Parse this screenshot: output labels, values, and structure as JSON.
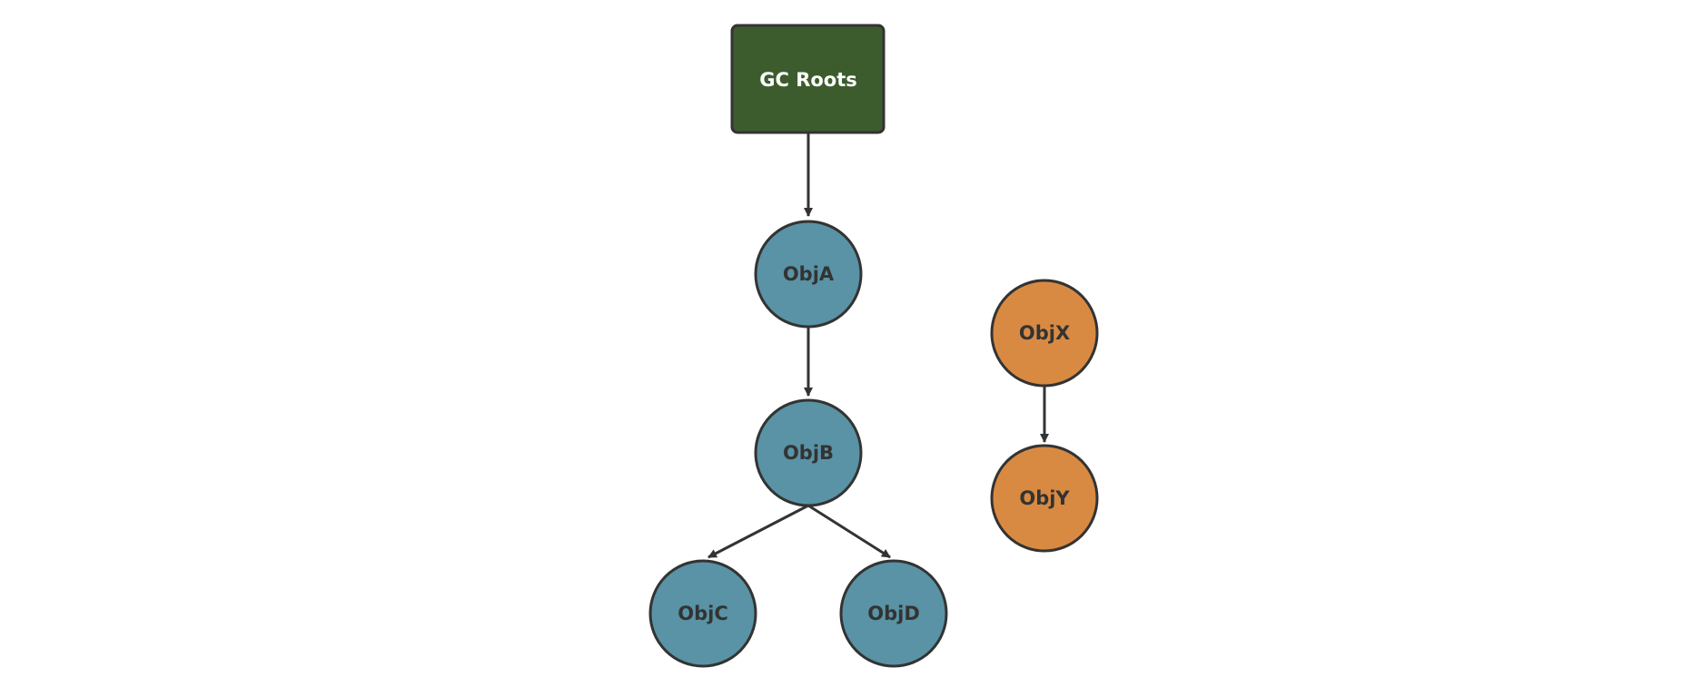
{
  "diagram": {
    "colors": {
      "root_fill": "#3d5c2e",
      "reachable_fill": "#5993a5",
      "unreachable_fill": "#d98a42",
      "stroke": "#333333",
      "root_text": "#ffffff",
      "node_text": "#333333",
      "edge": "#333333"
    },
    "nodes": {
      "gc_roots": {
        "label": "GC Roots"
      },
      "obj_a": {
        "label": "ObjA"
      },
      "obj_b": {
        "label": "ObjB"
      },
      "obj_c": {
        "label": "ObjC"
      },
      "obj_d": {
        "label": "ObjD"
      },
      "obj_x": {
        "label": "ObjX"
      },
      "obj_y": {
        "label": "ObjY"
      }
    },
    "edges": [
      {
        "from": "gc_roots",
        "to": "obj_a"
      },
      {
        "from": "obj_a",
        "to": "obj_b"
      },
      {
        "from": "obj_b",
        "to": "obj_c"
      },
      {
        "from": "obj_b",
        "to": "obj_d"
      },
      {
        "from": "obj_x",
        "to": "obj_y"
      }
    ]
  }
}
